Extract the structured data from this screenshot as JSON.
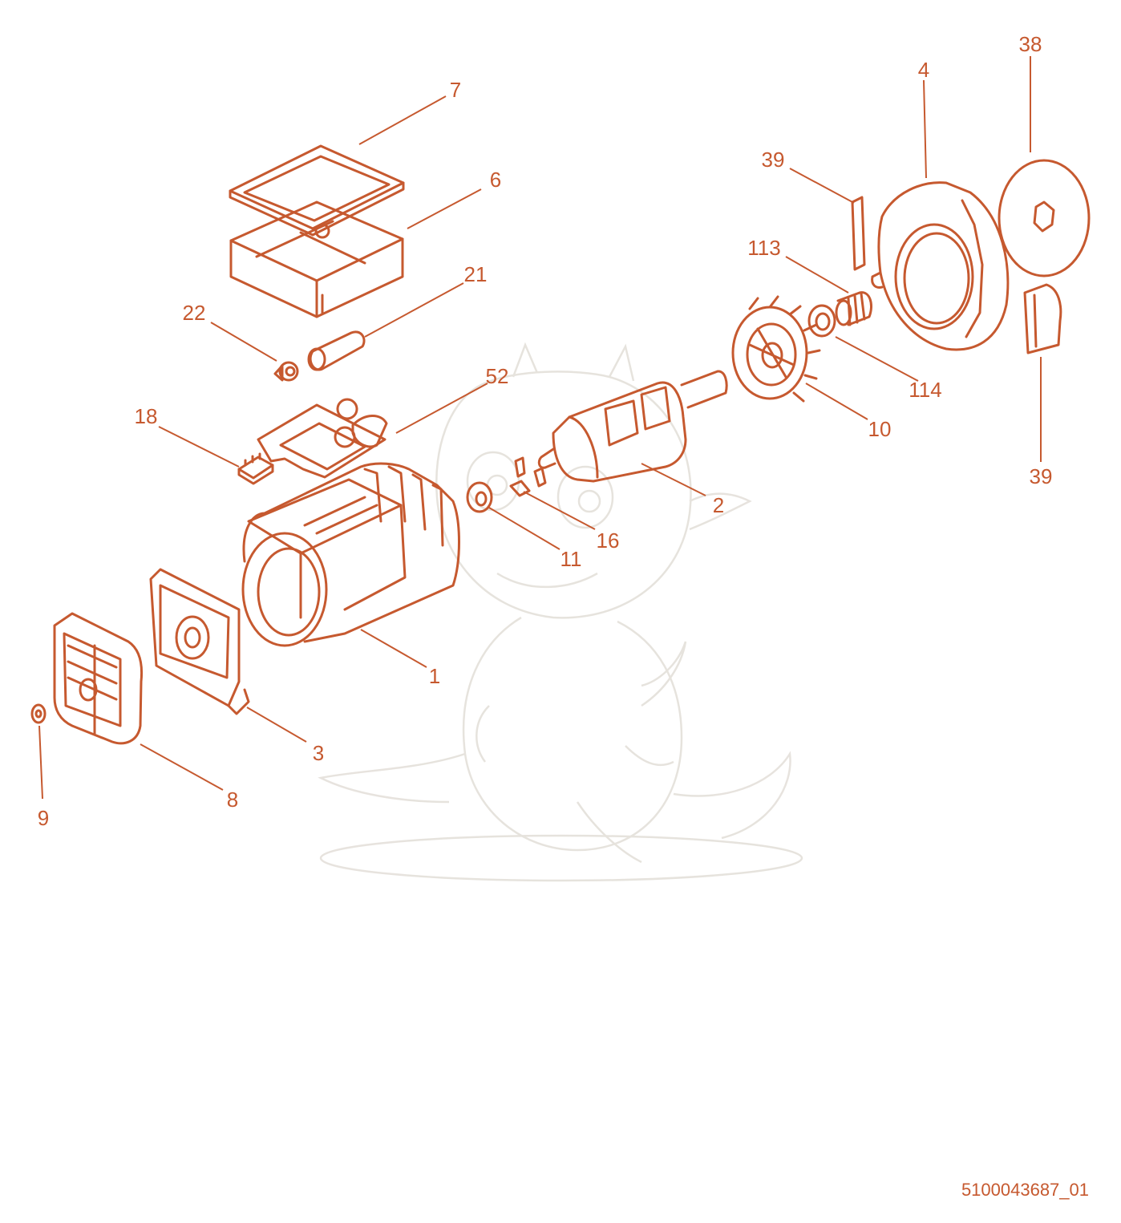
{
  "colors": {
    "part": "#c6592f",
    "part_fill": "#cf6a42",
    "label": "#c6592f",
    "leader": "#c6592f",
    "watermark": "#e4e0da",
    "docid": "#c6592f"
  },
  "watermark": {
    "icon": "dragon-mascot-icon"
  },
  "document_id": "5100043687_01",
  "parts": [
    {
      "id": "1",
      "icon": "stator-housing-icon"
    },
    {
      "id": "2",
      "icon": "rotor-icon"
    },
    {
      "id": "3",
      "icon": "front-shield-icon"
    },
    {
      "id": "4",
      "icon": "rear-shield-icon"
    },
    {
      "id": "6",
      "icon": "terminal-box-icon"
    },
    {
      "id": "7",
      "icon": "terminal-box-lid-icon"
    },
    {
      "id": "8",
      "icon": "fan-cover-icon"
    },
    {
      "id": "9",
      "icon": "knob-icon"
    },
    {
      "id": "10",
      "icon": "fan-icon"
    },
    {
      "id": "11",
      "icon": "bearing-ring-icon"
    },
    {
      "id": "16",
      "icon": "diode-icon"
    },
    {
      "id": "18",
      "icon": "terminal-block-icon"
    },
    {
      "id": "21",
      "icon": "capacitor-icon"
    },
    {
      "id": "22",
      "icon": "cable-gland-icon"
    },
    {
      "id": "38",
      "icon": "cover-plate-icon"
    },
    {
      "id": "39",
      "icon": "gasket-icon"
    },
    {
      "id": "39",
      "icon": "gasket-icon"
    },
    {
      "id": "52",
      "icon": "regulator-board-icon"
    },
    {
      "id": "113",
      "icon": "spring-icon"
    },
    {
      "id": "114",
      "icon": "bearing-icon"
    }
  ]
}
